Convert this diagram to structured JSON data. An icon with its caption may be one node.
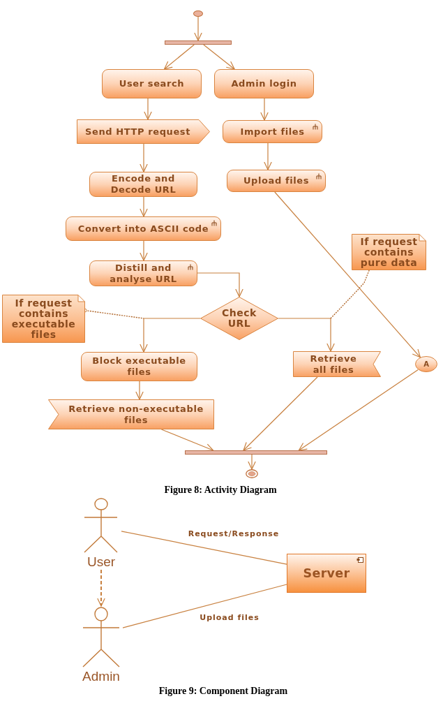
{
  "diagram": {
    "nodes": [
      {
        "text": [],
        "shape": "circle"
      },
      {
        "text": [],
        "shape": "bar"
      },
      {
        "text": [
          "User search"
        ]
      },
      {
        "text": [
          "Admin login"
        ]
      },
      {
        "text": [
          "Send HTTP request"
        ]
      },
      {
        "text": [
          "Import files"
        ]
      },
      {
        "text": [
          "Encode and Decode URL"
        ]
      },
      {
        "text": [
          "Upload files"
        ]
      },
      {
        "text": [
          "Convert into ASCII code"
        ]
      },
      {
        "text": [
          "Distill and analyse URL"
        ]
      },
      {
        "text": [
          "If request contains pure data"
        ]
      },
      {
        "text": [
          "If request contains executable files"
        ]
      },
      {
        "text": [
          "Check URL"
        ]
      },
      {
        "text": [
          "Block executable files"
        ]
      },
      {
        "text": [
          "Retrieve all files"
        ]
      },
      {
        "text": [
          "A"
        ]
      },
      {
        "text": [
          "Retrieve non-executable files"
        ]
      },
      {
        "text": [],
        "shape": "bar"
      },
      {
        "text": [],
        "shape": "circle"
      },
      {
        "text": [
          "User"
        ]
      },
      {
        "text": [
          "Admin"
        ]
      },
      {
        "text": [
          "Server"
        ]
      }
    ],
    "edges": [
      {
        "from": 0,
        "to": 1,
        "arrow": "to"
      },
      {
        "from": 1,
        "to": 2,
        "arrow": "to"
      },
      {
        "from": 1,
        "to": 3,
        "arrow": "to"
      },
      {
        "from": 2,
        "to": 4,
        "arrow": "to"
      },
      {
        "from": 3,
        "to": 5,
        "arrow": "to"
      },
      {
        "from": 4,
        "to": 6,
        "arrow": "to"
      },
      {
        "from": 5,
        "to": 7,
        "arrow": "to"
      },
      {
        "from": 6,
        "to": 8,
        "arrow": "to"
      },
      {
        "from": 8,
        "to": 9,
        "arrow": "to"
      },
      {
        "from": 9,
        "to": 12,
        "arrow": "to"
      },
      {
        "from": 12,
        "to": 13,
        "arrow": "to"
      },
      {
        "from": 12,
        "to": 14,
        "arrow": "to"
      },
      {
        "from": 7,
        "to": 15,
        "arrow": "to"
      },
      {
        "from": 13,
        "to": 16,
        "arrow": "to"
      },
      {
        "from": 16,
        "to": 17,
        "arrow": "to"
      },
      {
        "from": 14,
        "to": 17,
        "arrow": "to"
      },
      {
        "from": 15,
        "to": 17,
        "arrow": "to"
      },
      {
        "from": 17,
        "to": 18,
        "arrow": "to"
      },
      {
        "from": 11,
        "to": null,
        "arrow": "other",
        "style": "dashed"
      },
      {
        "from": 10,
        "to": null,
        "arrow": "none",
        "style": "dashed"
      },
      {
        "from": 19,
        "to": 21,
        "arrow": "none",
        "label": "Request/Response"
      },
      {
        "from": 19,
        "to": 20,
        "arrow": "to",
        "style": "dashed"
      },
      {
        "from": 20,
        "to": 21,
        "arrow": "none",
        "label": "Upload files"
      }
    ],
    "labels": [
      "Figure 8: Activity Diagram",
      "Figure 9: Component Diagram"
    ]
  }
}
